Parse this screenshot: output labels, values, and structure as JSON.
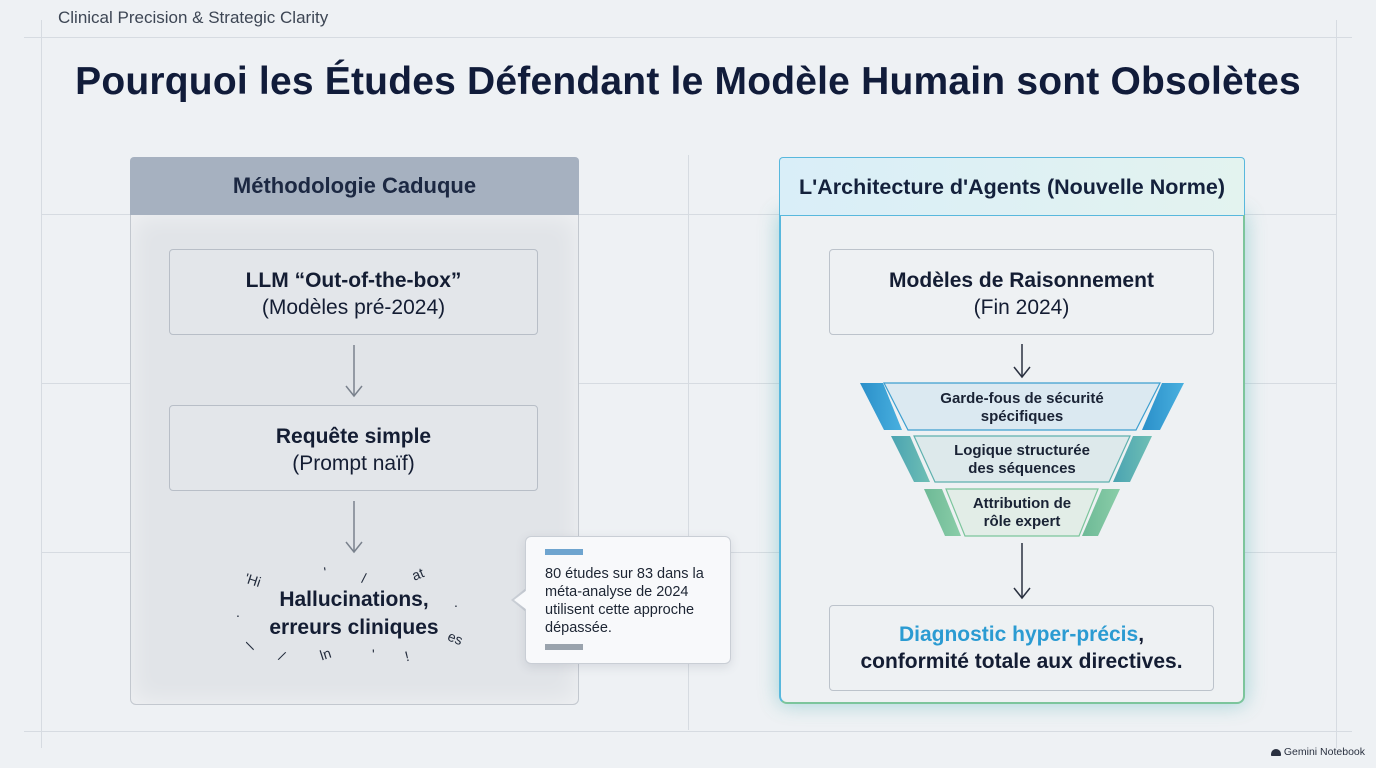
{
  "header": {
    "subtitle": "Clinical Precision & Strategic Clarity"
  },
  "title": "Pourquoi les Études Défendant le Modèle Humain sont Obsolètes",
  "left": {
    "heading": "Méthodologie Caduque",
    "step1": {
      "bold": "LLM “Out-of-the-box”",
      "sub": "(Modèles pré-2024)"
    },
    "step2": {
      "bold": "Requête simple",
      "sub": "(Prompt naïf)"
    },
    "outcome": {
      "line1": "Hallucinations,",
      "line2": "erreurs cliniques"
    },
    "fragments": [
      "'Hi",
      "'",
      "/",
      "at",
      ".",
      "es",
      "/",
      "ln",
      "'",
      "!",
      "/",
      "."
    ]
  },
  "callout": {
    "text": "80 études sur 83 dans la méta-analyse de 2024 utilisent cette approche dépassée."
  },
  "right": {
    "heading": "L'Architecture d'Agents (Nouvelle Norme)",
    "step1": {
      "bold": "Modèles de Raisonnement",
      "sub": "(Fin 2024)"
    },
    "funnel": [
      {
        "line1": "Garde-fous de sécurité",
        "line2": "spécifiques"
      },
      {
        "line1": "Logique structurée",
        "line2": "des séquences"
      },
      {
        "line1": "Attribution de",
        "line2": "rôle expert"
      }
    ],
    "result": {
      "accent": "Diagnostic hyper-précis",
      "comma": ",",
      "line2": "conformité totale aux directives."
    }
  },
  "footer": {
    "brand": "Gemini Notebook"
  },
  "colors": {
    "accent_blue": "#2b9bd2",
    "accent_green": "#7cc59c",
    "dark_navy": "#111c3a"
  }
}
